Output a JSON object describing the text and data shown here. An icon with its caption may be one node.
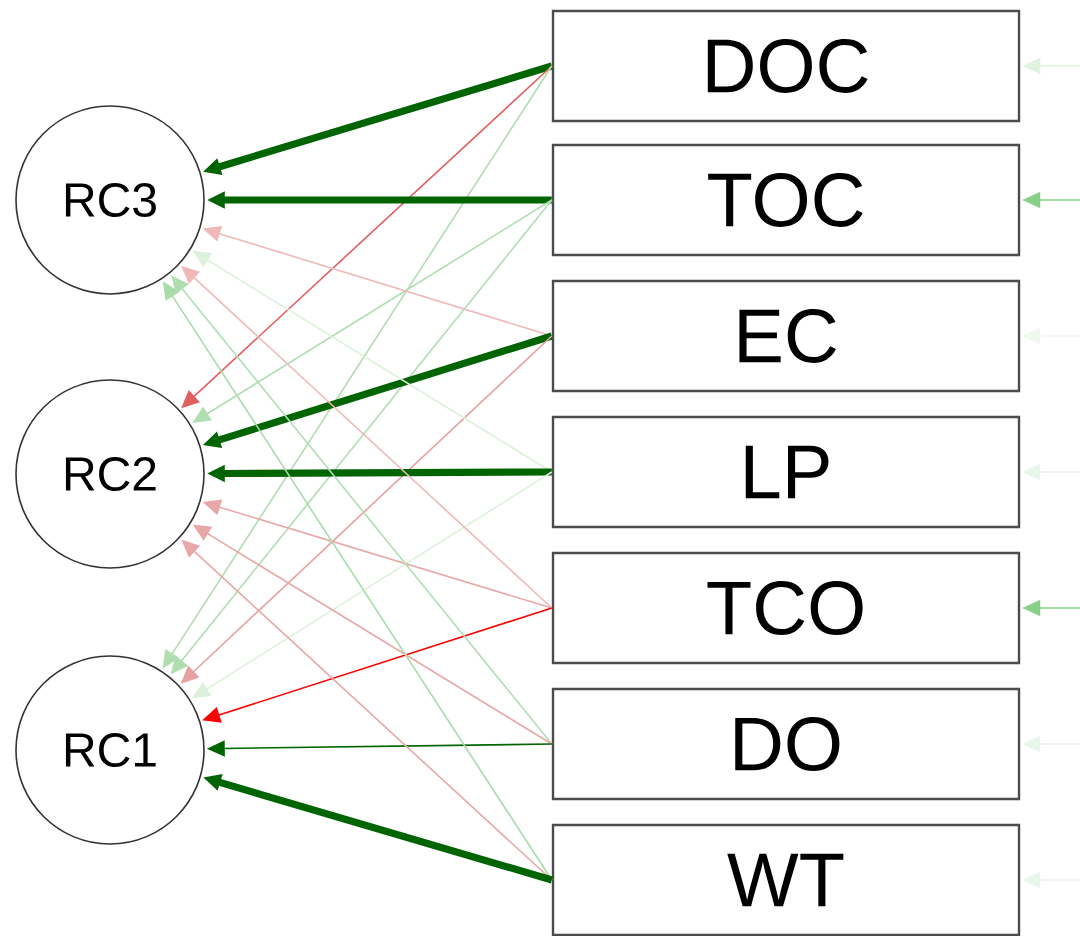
{
  "diagram": {
    "nodes": [
      {
        "text": [
          "RC3"
        ]
      },
      {
        "text": [
          "RC2"
        ]
      },
      {
        "text": [
          "RC1"
        ]
      },
      {
        "text": [
          "DOC"
        ]
      },
      {
        "text": [
          "TOC"
        ]
      },
      {
        "text": [
          "EC"
        ]
      },
      {
        "text": [
          "LP"
        ]
      },
      {
        "text": [
          "TCO"
        ]
      },
      {
        "text": [
          "DO"
        ]
      },
      {
        "text": [
          "WT"
        ]
      }
    ],
    "edges": [
      {
        "from": 3,
        "to": 0,
        "arrow": "to",
        "style": "thick",
        "color": "#006400"
      },
      {
        "from": 3,
        "to": 1,
        "arrow": "to",
        "color": "#e06060"
      },
      {
        "from": 3,
        "to": 2,
        "arrow": "to",
        "color": "#b0deb0"
      },
      {
        "from": 4,
        "to": 0,
        "arrow": "to",
        "style": "thick",
        "color": "#006400"
      },
      {
        "from": 4,
        "to": 1,
        "arrow": "to",
        "color": "#b0deb0"
      },
      {
        "from": 4,
        "to": 2,
        "arrow": "to",
        "color": "#b0deb0"
      },
      {
        "from": 5,
        "to": 0,
        "arrow": "to",
        "color": "#f0b8b8"
      },
      {
        "from": 5,
        "to": 1,
        "arrow": "to",
        "style": "thick",
        "color": "#006400"
      },
      {
        "from": 5,
        "to": 2,
        "arrow": "to",
        "color": "#e8a0a0"
      },
      {
        "from": 6,
        "to": 0,
        "arrow": "to",
        "color": "#dcf0dc"
      },
      {
        "from": 6,
        "to": 1,
        "arrow": "to",
        "style": "thick",
        "color": "#006400"
      },
      {
        "from": 6,
        "to": 2,
        "arrow": "to",
        "color": "#dcf0dc"
      },
      {
        "from": 7,
        "to": 0,
        "arrow": "to",
        "color": "#f0b8b8"
      },
      {
        "from": 7,
        "to": 1,
        "arrow": "to",
        "color": "#e8a8a8"
      },
      {
        "from": 7,
        "to": 2,
        "arrow": "to",
        "color": "#ff0000"
      },
      {
        "from": 8,
        "to": 0,
        "arrow": "to",
        "color": "#b0deb0"
      },
      {
        "from": 8,
        "to": 1,
        "arrow": "to",
        "color": "#e8a8a8"
      },
      {
        "from": 8,
        "to": 2,
        "arrow": "to",
        "color": "#006400"
      },
      {
        "from": 9,
        "to": 0,
        "arrow": "to",
        "color": "#a8dca8"
      },
      {
        "from": 9,
        "to": 1,
        "arrow": "to",
        "color": "#e8a8a8"
      },
      {
        "from": 9,
        "to": 2,
        "arrow": "to",
        "style": "thick",
        "color": "#006400"
      },
      {
        "from": null,
        "to": 3,
        "arrow": "to",
        "color": "#e0f2e0"
      },
      {
        "from": null,
        "to": 4,
        "arrow": "to",
        "color": "#88d088"
      },
      {
        "from": null,
        "to": 5,
        "arrow": "to",
        "color": "#f0f8f0"
      },
      {
        "from": null,
        "to": 6,
        "arrow": "to",
        "color": "#e8f5e8"
      },
      {
        "from": null,
        "to": 7,
        "arrow": "to",
        "color": "#88d088"
      },
      {
        "from": null,
        "to": 8,
        "arrow": "to",
        "color": "#e8f5e8"
      },
      {
        "from": null,
        "to": 9,
        "arrow": "to",
        "color": "#eaf5ea"
      }
    ]
  }
}
